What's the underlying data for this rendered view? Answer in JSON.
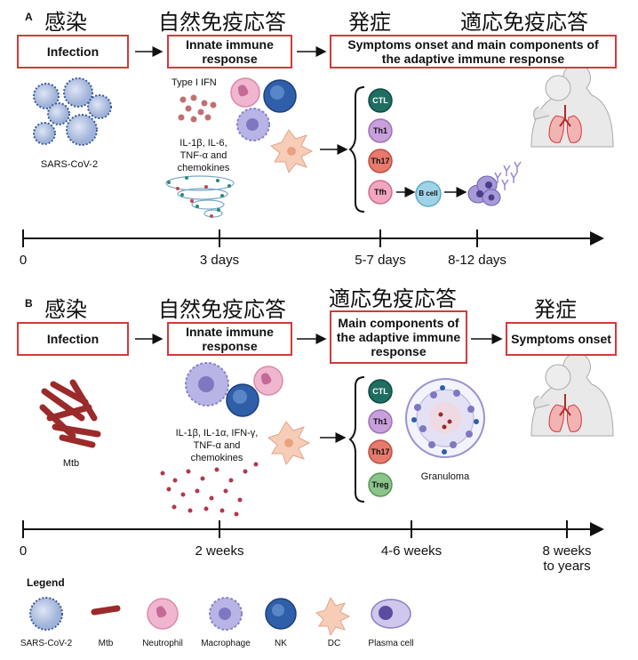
{
  "panel_a": {
    "letter": "A",
    "jp_labels": [
      "感染",
      "自然免疫応答",
      "発症",
      "適応免疫応答"
    ],
    "boxes": [
      "Infection",
      "Innate immune\nresponse",
      "Symptoms onset and main components of\nthe adaptive immune response"
    ],
    "pathogen_label": "SARS-CoV-2",
    "ifn_label": "Type I IFN",
    "cytokine_label": "IL-1β, IL-6,\nTNF-α and\nchemokines",
    "t_cells": [
      "CTL",
      "Th1",
      "Th17",
      "Tfh"
    ],
    "b_cell": "B cell",
    "timeline": [
      "0",
      "3 days",
      "5-7 days",
      "8-12 days"
    ]
  },
  "panel_b": {
    "letter": "B",
    "jp_labels": [
      "感染",
      "自然免疫応答",
      "適応免疫応答",
      "発症"
    ],
    "boxes": [
      "Infection",
      "Innate immune\nresponse",
      "Main components of\nthe adaptive immune\nresponse",
      "Symptoms onset"
    ],
    "pathogen_label": "Mtb",
    "cytokine_label": "IL-1β, IL-1α, IFN-γ,\nTNF-α and\nchemokines",
    "t_cells": [
      "CTL",
      "Th1",
      "Th17",
      "Treg"
    ],
    "granuloma_label": "Granuloma",
    "timeline": [
      "0",
      "2 weeks",
      "4-6 weeks",
      "8 weeks\nto years"
    ]
  },
  "legend": {
    "title": "Legend",
    "items": [
      "SARS-CoV-2",
      "Mtb",
      "Neutrophil",
      "Macrophage",
      "NK",
      "DC",
      "Plasma cell"
    ]
  },
  "colors": {
    "box_border": "#d33a3a",
    "virus": "#3a5a9c",
    "mtb": "#9b2a2a",
    "neutrophil": "#f1b6cf",
    "macrophage": "#b9b4e6",
    "nk": "#2f5fa8",
    "dc": "#f7cdb8",
    "ctl": "#1f6e62",
    "th1": "#c9a0dc",
    "th17": "#e77a6d",
    "tfh": "#f4a5c0",
    "treg": "#8bc48a",
    "bcell": "#9fd3e8"
  }
}
